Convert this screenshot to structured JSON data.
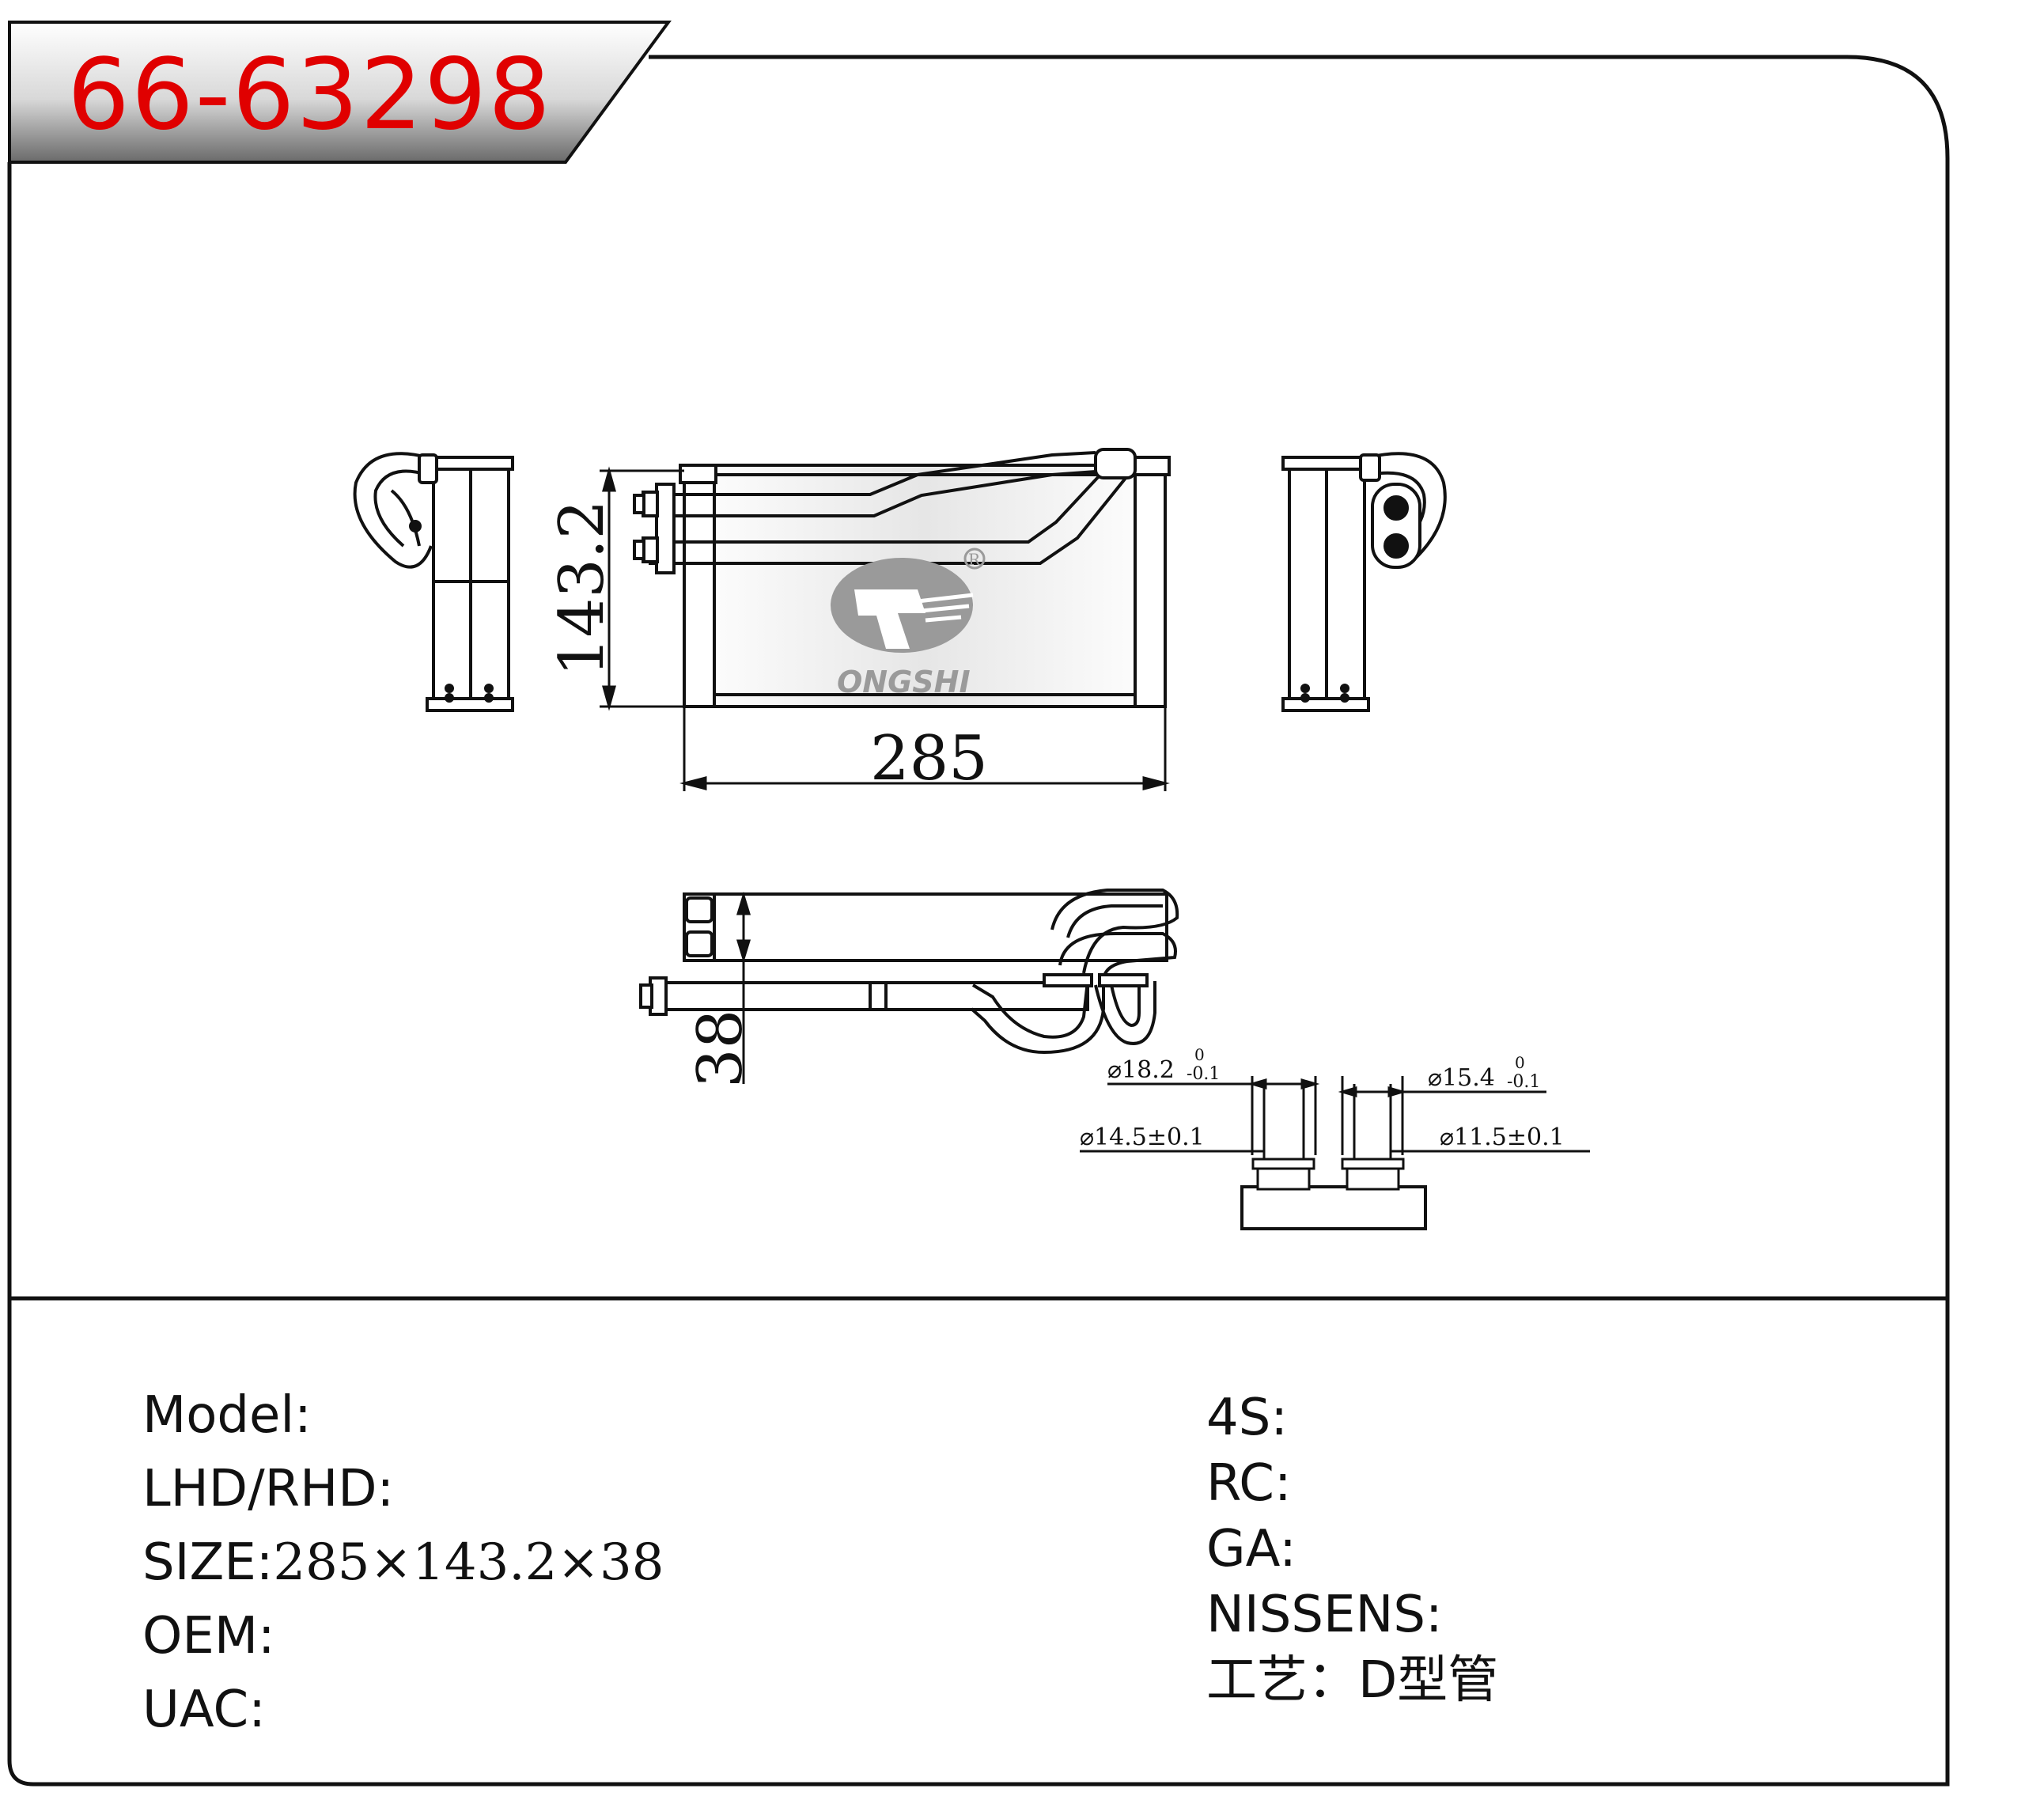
{
  "part_number": "66-63298",
  "drawing": {
    "dim_height": "143.2",
    "dim_width": "285",
    "dim_depth": "38",
    "pipe_left_outer": "⌀18.2",
    "pipe_left_outer_tol_upper": "0",
    "pipe_left_outer_tol_lower": "-0.1",
    "pipe_right_outer": "⌀15.4",
    "pipe_right_outer_tol_upper": "0",
    "pipe_right_outer_tol_lower": "-0.1",
    "pipe_left_inner": "⌀14.5±0.1",
    "pipe_right_inner": "⌀11.5±0.1",
    "watermark_text": "ONGSHI",
    "registered_mark": "R"
  },
  "specs_left": [
    {
      "label": "Model:",
      "value": ""
    },
    {
      "label": "LHD/RHD:",
      "value": ""
    },
    {
      "label": "SIZE:",
      "value": "285×143.2×38"
    },
    {
      "label": "OEM:",
      "value": ""
    },
    {
      "label": "UAC:",
      "value": ""
    }
  ],
  "specs_right": [
    {
      "label": "4S:",
      "value": ""
    },
    {
      "label": "RC:",
      "value": ""
    },
    {
      "label": "GA:",
      "value": ""
    },
    {
      "label": "NISSENS:",
      "value": ""
    },
    {
      "label": "工艺：",
      "value": "D型管"
    }
  ],
  "colors": {
    "title_red": "#e00000",
    "line": "#111111",
    "watermark_gray": "#9a9a9a"
  }
}
